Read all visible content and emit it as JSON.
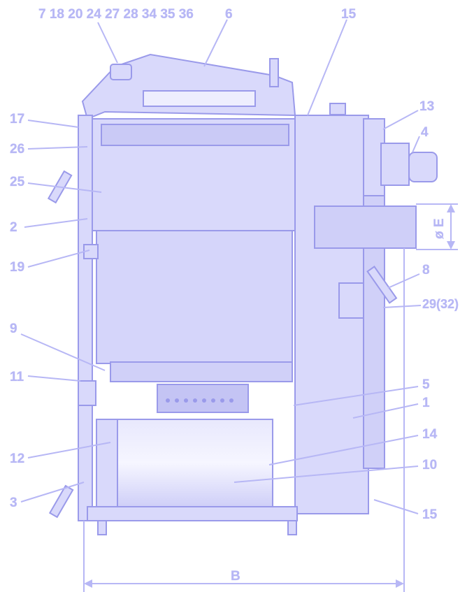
{
  "figure": {
    "colors": {
      "fill": "#d9d9fb",
      "fill_dark": "#c9c9f6",
      "stroke": "#9a9aea",
      "text": "#b7b7f5",
      "background": "#ffffff"
    },
    "top_labels": "7 18 20 24 27 28 34 35 36",
    "labels": {
      "l6": "6",
      "l15_top": "15",
      "l13": "13",
      "l4": "4",
      "l17": "17",
      "l26": "26",
      "l25": "25",
      "l2": "2",
      "l19": "19",
      "l8": "8",
      "l29": "29(32)",
      "l9": "9",
      "l11": "11",
      "l5": "5",
      "l1": "1",
      "l12": "12",
      "l14": "14",
      "l10": "10",
      "l3": "3",
      "l15_bottom": "15",
      "dim_e": "ø E",
      "dim_b": "B"
    }
  }
}
